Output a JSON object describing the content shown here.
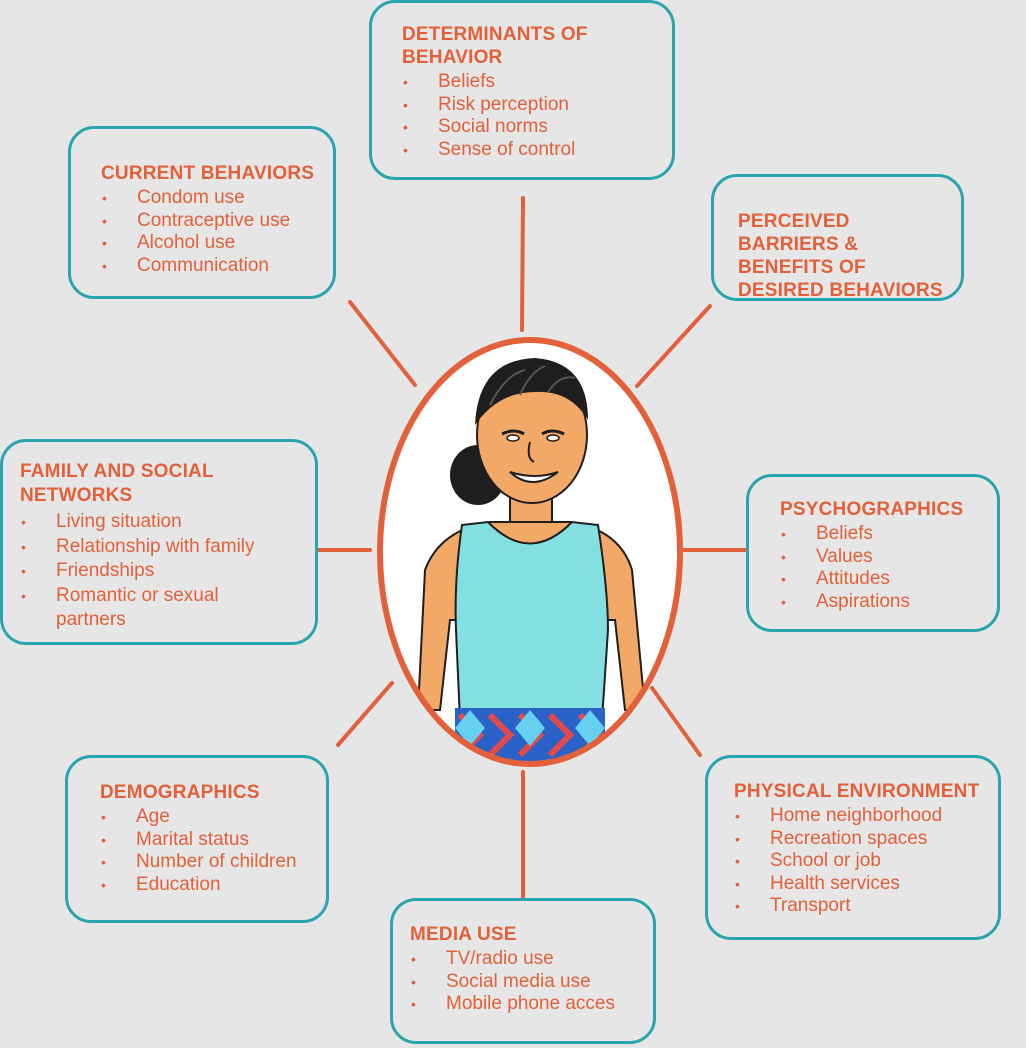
{
  "boxes": {
    "determinants": {
      "title": "DETERMINANTS OF BEHAVIOR",
      "items": [
        "Beliefs",
        "Risk perception",
        "Social norms",
        "Sense of control"
      ]
    },
    "current": {
      "title": "CURRENT BEHAVIORS",
      "items": [
        "Condom use",
        "Contraceptive use",
        "Alcohol use",
        "Communication"
      ]
    },
    "barriers": {
      "title": "PERCEIVED BARRIERS & BENEFITS OF DESIRED BEHAVIORS",
      "items": []
    },
    "family": {
      "title": "FAMILY AND SOCIAL NETWORKS",
      "items": [
        "Living situation",
        "Relationship with family",
        "Friendships",
        "Romantic or sexual partners"
      ]
    },
    "psychographics": {
      "title": "PSYCHOGRAPHICS",
      "items": [
        "Beliefs",
        "Values",
        "Attitudes",
        "Aspirations"
      ]
    },
    "demographics": {
      "title": "DEMOGRAPHICS",
      "items": [
        "Age",
        "Marital status",
        "Number of children",
        "Education"
      ]
    },
    "physical": {
      "title": "PHYSICAL ENVIRONMENT",
      "items": [
        "Home neighborhood",
        "Recreation spaces",
        "School or job",
        "Health services",
        "Transport"
      ]
    },
    "media": {
      "title": "MEDIA USE",
      "items": [
        "TV/radio use",
        "Social media use",
        "Mobile phone acces"
      ]
    }
  },
  "colors": {
    "accent": "#e2603a",
    "border": "#2aa4ad",
    "background": "#e6e6e6",
    "tank_top": "#84e0e0",
    "skin": "#f2a968",
    "hair": "#1e1e1e"
  },
  "icons": {
    "center": "woman-portrait-illustration"
  }
}
